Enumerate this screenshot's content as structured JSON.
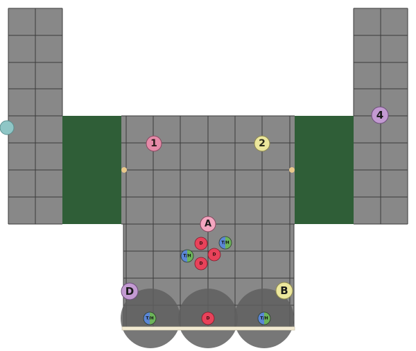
{
  "board": {
    "colors": {
      "floor": "#888888",
      "grid": "#3a3a3a",
      "green_zone": "#2f5e37",
      "aoe_circle": "#5f5f5f",
      "wall_line": "#f2ead2"
    }
  },
  "waymarks": [
    {
      "label": "1",
      "color": "#e58aa8",
      "shape": "circle"
    },
    {
      "label": "2",
      "color": "#ece79c",
      "shape": "circle"
    },
    {
      "label": "4",
      "color": "#c39ad2",
      "shape": "circle"
    },
    {
      "label": "A",
      "color": "#f4a6c0",
      "shape": "circle"
    },
    {
      "label": "B",
      "color": "#ece79c",
      "shape": "circle"
    },
    {
      "label": "D",
      "color": "#c39ad2",
      "shape": "circle"
    }
  ],
  "tokens": [
    {
      "label": "D",
      "role": "dps"
    },
    {
      "label": "T/H",
      "role": "tank-healer"
    },
    {
      "label": "D",
      "role": "dps"
    },
    {
      "label": "T/H",
      "role": "tank-healer"
    },
    {
      "label": "D",
      "role": "dps"
    },
    {
      "label": "T/H",
      "role": "tank-healer"
    },
    {
      "label": "D",
      "role": "dps"
    },
    {
      "label": "T/H",
      "role": "tank-healer"
    }
  ],
  "token_colors": {
    "dps": "#e8425a",
    "tank_left": "#5b86d6",
    "healer_right": "#6cb35a"
  }
}
